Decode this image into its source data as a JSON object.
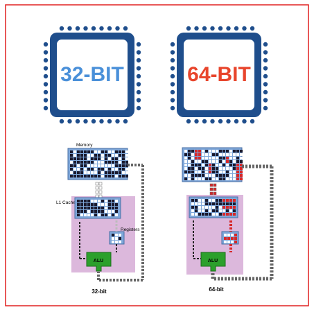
{
  "chips": {
    "left": {
      "label": "32-BIT",
      "color": "#4a90d9"
    },
    "right": {
      "label": "64-BIT",
      "color": "#e8452c"
    },
    "frame_color": "#1f4e8c"
  },
  "diagram": {
    "labels": {
      "memory": "Memory",
      "l1_cache": "L1 Cache",
      "registers": "Registers",
      "alu_left": "ALU",
      "alu_right": "ALU",
      "caption_left": "32-bit",
      "caption_right": "64-bit"
    },
    "colors": {
      "memory_bg": "#7fa7d9",
      "die_bg": "#dcb8dc",
      "alu": "#2ca02c",
      "highlight": "#d62728",
      "border": "#e02020"
    }
  }
}
